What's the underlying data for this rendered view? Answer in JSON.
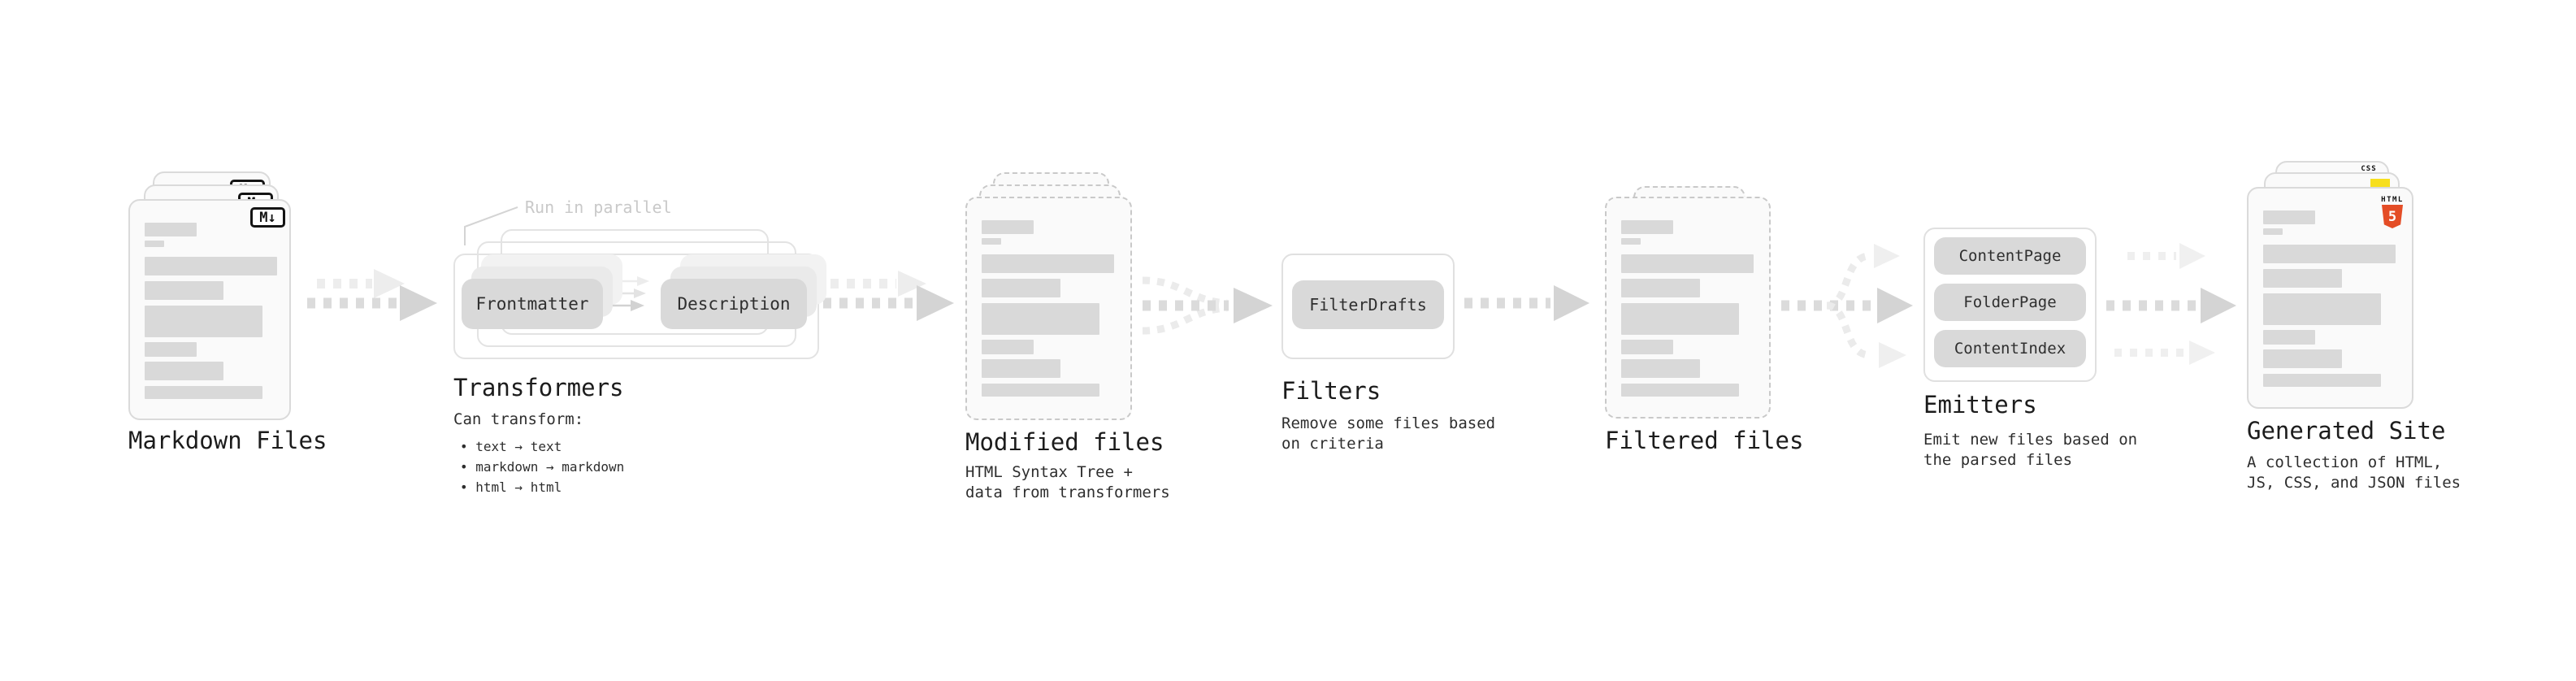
{
  "stages": {
    "markdown_files": {
      "title": "Markdown Files"
    },
    "transformers": {
      "title": "Transformers",
      "annotation": "Run in parallel",
      "pill_a": "Frontmatter",
      "pill_b": "Description",
      "description": "Can transform:",
      "bullets": [
        "• text → text",
        "• markdown → markdown",
        "• html → html"
      ]
    },
    "modified_files": {
      "title": "Modified files",
      "subtitle": "HTML Syntax Tree +\ndata from transformers"
    },
    "filters": {
      "title": "Filters",
      "pill": "FilterDrafts",
      "subtitle": "Remove some files based\non criteria"
    },
    "filtered_files": {
      "title": "Filtered files"
    },
    "emitters": {
      "title": "Emitters",
      "pills": [
        "ContentPage",
        "FolderPage",
        "ContentIndex"
      ],
      "subtitle": "Emit new files based on\nthe parsed files"
    },
    "generated_site": {
      "title": "Generated Site",
      "subtitle": "A collection of HTML,\nJS, CSS, and JSON files"
    }
  },
  "icons": {
    "markdown_label": "M↓",
    "html5_wordmark": "HTML",
    "html5_numeral": "5",
    "css_badge_label": "CSS"
  },
  "colors": {
    "html5_orange": "#e44d26",
    "js_yellow": "#f7df1e",
    "css_blue": "#2965f1",
    "bar_gray": "#d9d9d9",
    "arrow_gray": "#dbdbdb",
    "arrow_head": "#d4d4d4",
    "arrow_ghost": "#ececec"
  },
  "file_bars": [
    {
      "w": 64,
      "h": 17,
      "mt": 0
    },
    {
      "w": 24,
      "h": 8,
      "mt": 5
    },
    {
      "w": 163,
      "h": 23,
      "mt": 12
    },
    {
      "w": 97,
      "h": 23,
      "mt": 7
    },
    {
      "w": 145,
      "h": 39,
      "mt": 7
    },
    {
      "w": 64,
      "h": 18,
      "mt": 6
    },
    {
      "w": 97,
      "h": 23,
      "mt": 6
    },
    {
      "w": 145,
      "h": 16,
      "mt": 7
    }
  ]
}
